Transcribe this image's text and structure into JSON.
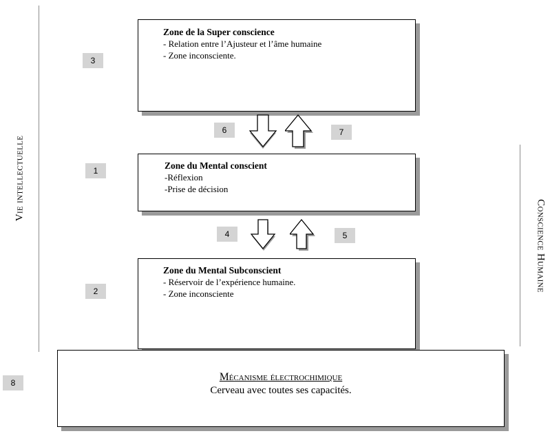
{
  "side_labels": {
    "left": "Vie intellectuelle",
    "right": "Conscience Humaine"
  },
  "zones": {
    "super": {
      "title": "Zone de la Super conscience",
      "lines": [
        "- Relation entre l’Ajusteur et l’âme humaine",
        "- Zone inconsciente."
      ]
    },
    "conscient": {
      "title": "Zone du Mental conscient",
      "lines": [
        "-Réflexion",
        "-Prise de décision"
      ]
    },
    "subconscient": {
      "title": "Zone du Mental Subconscient",
      "lines": [
        "- Réservoir de l’expérience humaine.",
        "- Zone inconsciente"
      ]
    }
  },
  "mecanisme": {
    "title": "Mécanisme électrochimique",
    "subtitle": "Cerveau avec toutes ses capacités."
  },
  "numbers": {
    "n1": "1",
    "n2": "2",
    "n3": "3",
    "n4": "4",
    "n5": "5",
    "n6": "6",
    "n7": "7",
    "n8": "8"
  },
  "colors": {
    "shadow": "#9a9a9a",
    "number_badge": "#d4d4d4"
  }
}
